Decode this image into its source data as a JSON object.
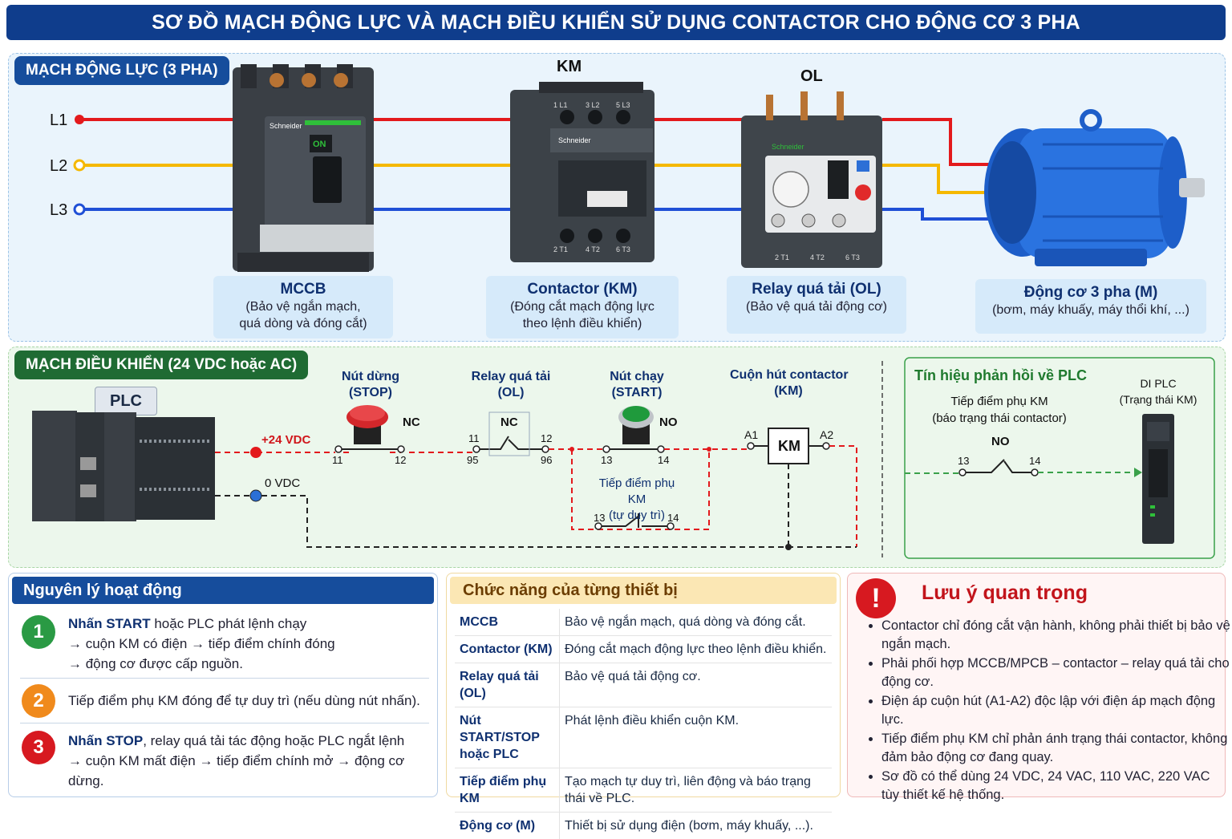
{
  "title": "SƠ ĐỒ MẠCH ĐỘNG LỰC VÀ MẠCH ĐIỀU KHIỂN SỬ DỤNG CONTACTOR CHO ĐỘNG CƠ 3 PHA",
  "power": {
    "tag": "MẠCH ĐỘNG LỰC (3 PHA)",
    "lines": [
      "L1",
      "L2",
      "L3"
    ],
    "km_title": "KM",
    "ol_title": "OL",
    "devices": [
      {
        "name": "MCCB",
        "desc1": "(Bảo vệ ngắn mạch,",
        "desc2": "quá dòng và đóng cắt)"
      },
      {
        "name": "Contactor (KM)",
        "desc1": "(Đóng cắt mạch động lực",
        "desc2": "theo lệnh điều khiển)"
      },
      {
        "name": "Relay quá tải (OL)",
        "desc1": "(Bảo vệ quá tải động cơ)",
        "desc2": ""
      },
      {
        "name": "Động cơ 3 pha (M)",
        "desc1": "(bơm, máy khuấy, máy thổi khí, ...)",
        "desc2": ""
      }
    ],
    "mccb_on": "ON",
    "brand": "Schneider",
    "km_terms_top": [
      "1 L1",
      "3 L2",
      "5 L3"
    ],
    "km_terms_bot": [
      "2 T1",
      "4 T2",
      "6 T3"
    ],
    "ol_terms_bot": [
      "2 T1",
      "4 T2",
      "6 T3"
    ]
  },
  "control": {
    "tag": "MẠCH ĐIỀU KHIỂN (24 VDC hoặc AC)",
    "plc": "PLC",
    "v_plus": "+24 VDC",
    "v_zero": "0 VDC",
    "stop_label1": "Nút dừng",
    "stop_label2": "(STOP)",
    "stop_nc": "NC",
    "stop_t1": "11",
    "stop_t2": "12",
    "ol_label1": "Relay quá tải",
    "ol_label2": "(OL)",
    "ol_nc": "NC",
    "ol_t1": "11",
    "ol_t2": "12",
    "ol_b1": "95",
    "ol_b2": "96",
    "start_label1": "Nút chạy",
    "start_label2": "(START)",
    "start_no": "NO",
    "start_t1": "13",
    "start_t2": "14",
    "coil_label1": "Cuộn hút contactor",
    "coil_label2": "(KM)",
    "coil": "KM",
    "a1": "A1",
    "a2": "A2",
    "aux_label1": "Tiếp điểm phụ KM",
    "aux_label2": "(tự duy trì)",
    "aux_t1": "13",
    "aux_t2": "14",
    "fb_title": "Tín hiệu phản hồi về PLC",
    "fb_l1": "Tiếp điểm phụ KM",
    "fb_l2": "(báo trạng thái contactor)",
    "fb_no": "NO",
    "fb_t1": "13",
    "fb_t2": "14",
    "di_l1": "DI PLC",
    "di_l2": "(Trạng thái KM)"
  },
  "principle": {
    "header": "Nguyên lý hoạt động",
    "steps": [
      {
        "num": "1",
        "lead": "Nhấn START",
        "rest": " hoặc PLC phát lệnh chạy",
        "l2": "→ cuộn KM có điện → tiếp điểm chính đóng",
        "l3": "→ động cơ được cấp nguồn."
      },
      {
        "num": "2",
        "text": "Tiếp điểm phụ KM đóng để tự duy trì (nếu dùng nút nhấn)."
      },
      {
        "num": "3",
        "lead": "Nhấn STOP",
        "rest": ", relay quá tải tác động hoặc PLC ngắt lệnh",
        "l2": "→ cuộn KM mất điện → tiếp điểm chính mở → động cơ dừng."
      }
    ]
  },
  "functions": {
    "header": "Chức năng của từng thiết bị",
    "rows": [
      {
        "k": "MCCB",
        "v": "Bảo vệ ngắn mạch, quá dòng và đóng cắt."
      },
      {
        "k": "Contactor (KM)",
        "v": "Đóng cắt mạch động lực theo lệnh điều khiển."
      },
      {
        "k": "Relay quá tải (OL)",
        "v": "Bảo vệ quá tải động cơ."
      },
      {
        "k": "Nút START/STOP hoặc PLC",
        "v": "Phát lệnh điều khiển cuộn KM."
      },
      {
        "k": "Tiếp điểm phụ KM",
        "v": "Tạo mạch tự duy trì, liên động và báo trạng thái về PLC."
      },
      {
        "k": "Động cơ (M)",
        "v": "Thiết bị sử dụng điện (bơm, máy khuấy, ...)."
      }
    ]
  },
  "notes": {
    "icon": "!",
    "header": "Lưu ý quan trọng",
    "items": [
      "Contactor chỉ đóng cắt vận hành, không phải thiết bị bảo vệ ngắn mạch.",
      "Phải phối hợp MCCB/MPCB – contactor – relay quá tải cho động cơ.",
      "Điện áp cuộn hút (A1-A2) độc lập với điện áp mạch động lực.",
      "Tiếp điểm phụ KM chỉ phản ánh trạng thái contactor, không đảm bảo động cơ đang quay.",
      "Sơ đồ có thể dùng 24 VDC, 24 VAC, 110 VAC, 220 VAC tùy thiết kế hệ thống."
    ]
  },
  "colors": {
    "navy": "#164d9c",
    "green": "#1f6b33",
    "red_wire": "#e3191c",
    "yellow_wire": "#f5b800",
    "blue_wire": "#1f4fd6",
    "alert": "#d71920"
  }
}
